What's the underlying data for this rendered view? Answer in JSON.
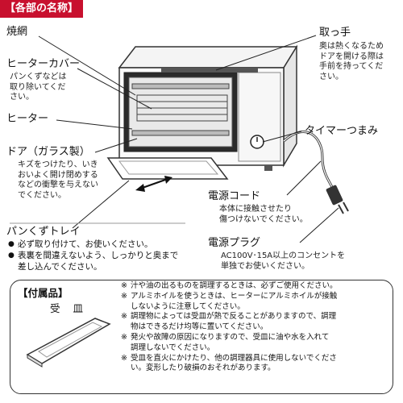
{
  "header": {
    "title": "【各部の名称】"
  },
  "labels": {
    "yakiami": "焼網",
    "heater_cover": "ヒーターカバー",
    "heater_cover_note": [
      "パンくずなどは",
      "取り除いてくだ",
      "さい。"
    ],
    "heater": "ヒーター",
    "door": "ドア（ガラス製）",
    "door_note": [
      "キズをつけたり、いき",
      "おいよく開け閉めする",
      "などの衝撃を与えない",
      "でください。"
    ],
    "handle": "取っ手",
    "handle_note": [
      "奥は熱くなるため",
      "ドアを開ける際は",
      "手前を持ってくだ",
      "さい。"
    ],
    "timer": "タイマーつまみ",
    "power_cord": "電源コード",
    "power_cord_note": [
      "本体に接触させたり",
      "傷つけないでください。"
    ],
    "plug": "電源プラグ",
    "plug_note": [
      "AC100V･15A以上のコンセントを",
      "単独でお使いください。"
    ],
    "crumb_tray": "パンくずトレイ",
    "crumb_tray_notes": [
      "必ず取り付けて、お使いください。",
      "表裏を間違えないよう、しっかりと奥まで",
      "差し込んでください。"
    ]
  },
  "accessories": {
    "title": "【付属品】",
    "item": "受 皿",
    "mark": "※",
    "notes": [
      [
        "汁や油の出るものを調理するときは、必ずご使用ください。"
      ],
      [
        "アルミホイルを使うときは、ヒーターにアルミホイルが接触",
        "しないように注意してください。"
      ],
      [
        "調理物によっては受皿が熱で反ることがありますので、調理",
        "物はできるだけ均等に置いてください。"
      ],
      [
        "発火や故障の原因になりますので、受皿に油や水を入れて",
        "調理しないでください。"
      ],
      [
        "受皿を直火にかけたり、他の調理器具に使用しないでくださ",
        "い。変形したり破損のおそれがあります。"
      ]
    ]
  },
  "colors": {
    "header_bg": "#c8102e",
    "line": "#222222"
  }
}
